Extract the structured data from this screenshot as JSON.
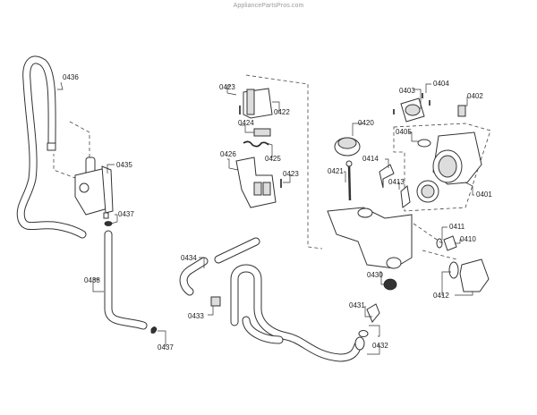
{
  "watermark": "AppliancePartsPros.com",
  "diagram": {
    "type": "exploded-parts-diagram",
    "labels": {
      "p0401": "0401",
      "p0402": "0402",
      "p0403": "0403",
      "p0404": "0404",
      "p0405": "0405",
      "p0410": "0410",
      "p0411": "0411",
      "p0412": "0412",
      "p0413": "0413",
      "p0414": "0414",
      "p0420": "0420",
      "p0421": "0421",
      "p0422": "0422",
      "p0423a": "0423",
      "p0423b": "0423",
      "p0424": "0424",
      "p0425": "0425",
      "p0426": "0426",
      "p0430": "0430",
      "p0431": "0431",
      "p0432": "0432",
      "p0433": "0433",
      "p0434": "0434",
      "p0435": "0435",
      "p0436": "0436",
      "p0437a": "0437",
      "p0437b": "0437",
      "p0438": "0438"
    }
  }
}
